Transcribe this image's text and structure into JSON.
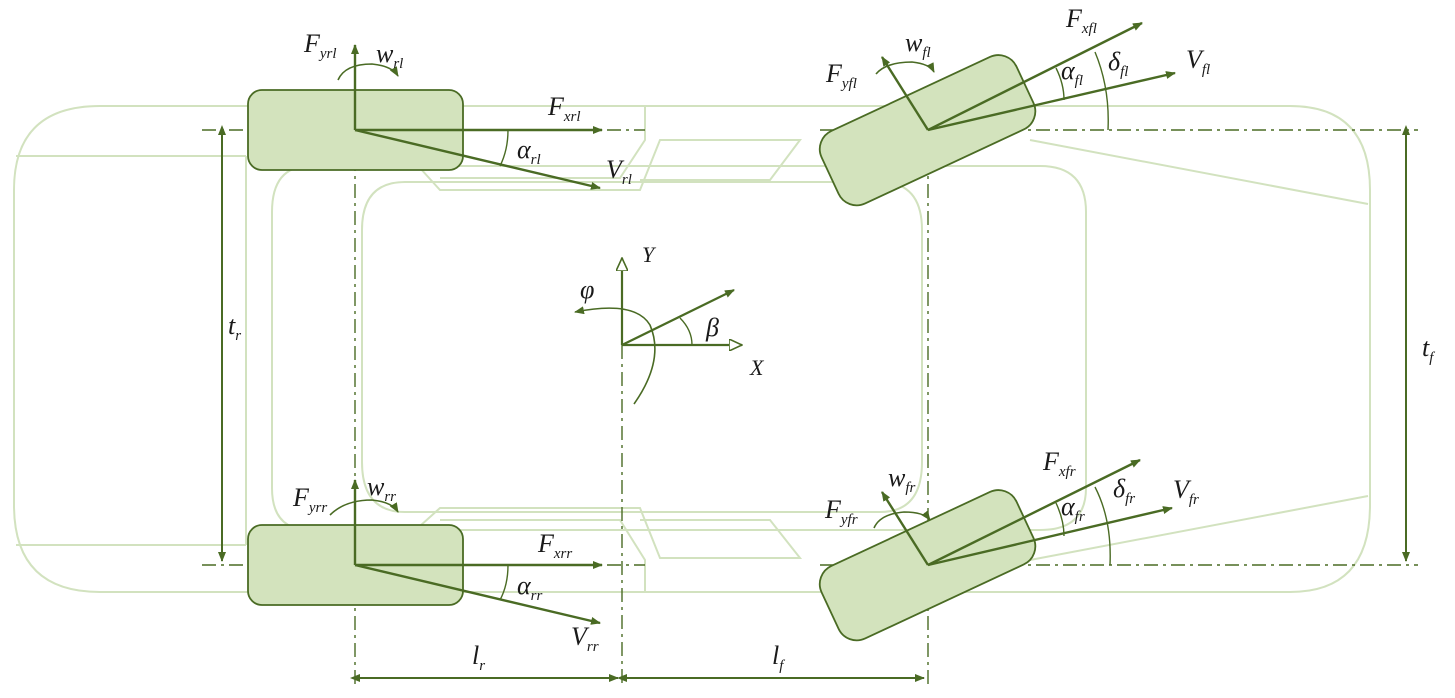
{
  "colors": {
    "body_outline": "#d2e2bf",
    "tire_fill": "#d3e3bd",
    "tire_stroke": "#4a6b24",
    "vector": "#4a6b24",
    "dash_line": "#4a6b24",
    "text": "#1a1a1a"
  },
  "labels": {
    "rl": {
      "fy": "F",
      "fy_sub": "yrl",
      "w": "w",
      "w_sub": "rl",
      "fx": "F",
      "fx_sub": "xrl",
      "alpha": "α",
      "alpha_sub": "rl",
      "v": "V",
      "v_sub": "rl"
    },
    "rr": {
      "fy": "F",
      "fy_sub": "yrr",
      "w": "w",
      "w_sub": "rr",
      "fx": "F",
      "fx_sub": "xrr",
      "alpha": "α",
      "alpha_sub": "rr",
      "v": "V",
      "v_sub": "rr"
    },
    "fl": {
      "fy": "F",
      "fy_sub": "yfl",
      "w": "w",
      "w_sub": "fl",
      "fx": "F",
      "fx_sub": "xfl",
      "alpha": "α",
      "alpha_sub": "fl",
      "delta": "δ",
      "delta_sub": "fl",
      "v": "V",
      "v_sub": "fl"
    },
    "fr": {
      "fy": "F",
      "fy_sub": "yfr",
      "w": "w",
      "w_sub": "fr",
      "fx": "F",
      "fx_sub": "xfr",
      "alpha": "α",
      "alpha_sub": "fr",
      "delta": "δ",
      "delta_sub": "fr",
      "v": "V",
      "v_sub": "fr"
    },
    "center": {
      "y_axis": "Y",
      "x_axis": "X",
      "yaw": "φ",
      "beta": "β"
    },
    "dims": {
      "tr": "t",
      "tr_sub": "r",
      "tf": "t",
      "tf_sub": "f",
      "lr": "l",
      "lr_sub": "r",
      "lf": "l",
      "lf_sub": "f"
    }
  }
}
